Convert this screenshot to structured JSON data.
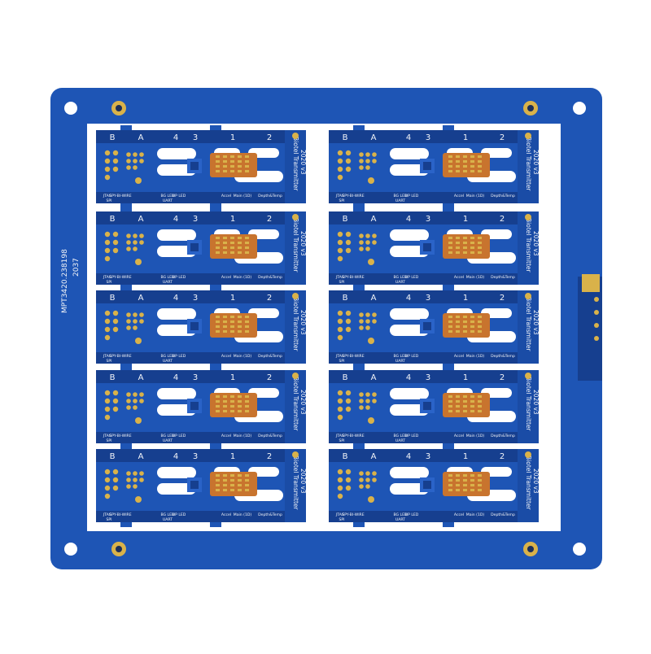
{
  "image": {
    "subject": "pcb-panel",
    "colors": {
      "background": "#ffffff",
      "solder_mask": "#1e55b5",
      "solder_mask_dark": "#163f8f",
      "gold": "#d9b24a",
      "copper": "#c8742e",
      "silkscreen": "#f2f4f8",
      "cutout": "#ffffff",
      "fiducial_dark": "#1c2f5a"
    }
  },
  "panel": {
    "frame_text_vertical": "MPT3420.238198",
    "frame_text_small": "2037",
    "rows": 5,
    "cols": 2
  },
  "board": {
    "header_labels": [
      "B",
      "A",
      "4",
      "3",
      "1",
      "2"
    ],
    "side_title": "Biotel Transmitter",
    "side_version": "2020 v3",
    "bottom_labels": [
      "JTAG",
      "SPY-BI-WIRE",
      "SPI",
      "BG LED",
      "HP LED",
      "UART",
      "Accel",
      "Main (1D)",
      "Depth&Temp"
    ]
  }
}
